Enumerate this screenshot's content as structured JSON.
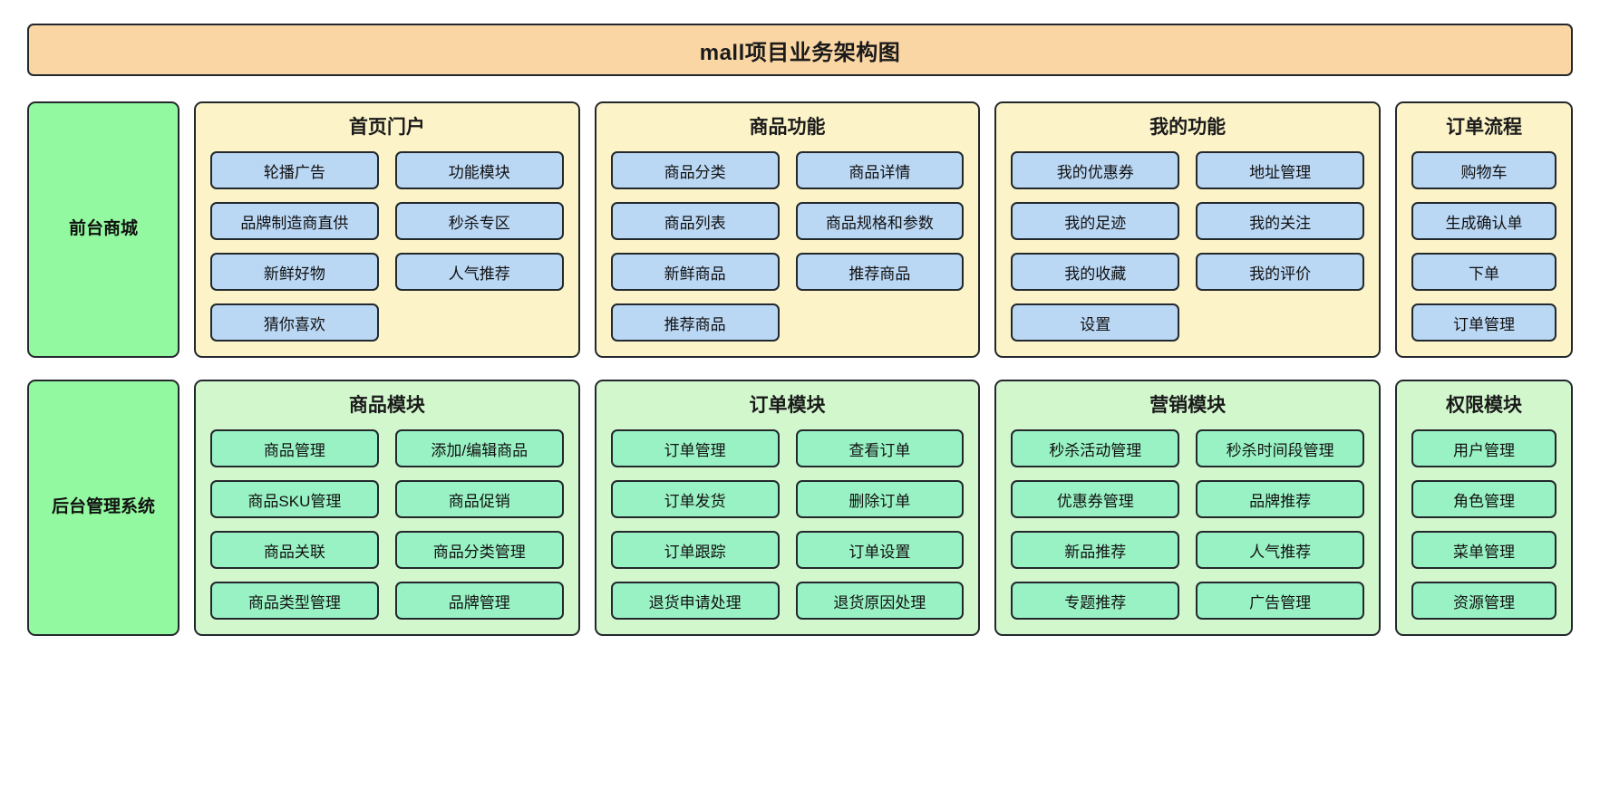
{
  "title": "mall项目业务架构图",
  "colors": {
    "title_banner_bg": "#fad6a5",
    "tier_label_bg": "#93f9a0",
    "frontend_group_bg": "#fcf4c8",
    "frontend_item_bg": "#bad7f4",
    "backend_group_bg": "#d2f7cd",
    "backend_item_bg": "#99f2c4",
    "border": "#23282d"
  },
  "tiers": [
    {
      "label": "前台商城",
      "groups": [
        {
          "title": "首页门户",
          "items": [
            "轮播广告",
            "功能模块",
            "品牌制造商直供",
            "秒杀专区",
            "新鲜好物",
            "人气推荐",
            "猜你喜欢"
          ]
        },
        {
          "title": "商品功能",
          "items": [
            "商品分类",
            "商品详情",
            "商品列表",
            "商品规格和参数",
            "新鲜商品",
            "推荐商品",
            "推荐商品"
          ]
        },
        {
          "title": "我的功能",
          "items": [
            "我的优惠券",
            "地址管理",
            "我的足迹",
            "我的关注",
            "我的收藏",
            "我的评价",
            "设置"
          ]
        },
        {
          "title": "订单流程",
          "items": [
            "购物车",
            "生成确认单",
            "下单",
            "订单管理"
          ]
        }
      ]
    },
    {
      "label": "后台管理系统",
      "groups": [
        {
          "title": "商品模块",
          "items": [
            "商品管理",
            "添加/编辑商品",
            "商品SKU管理",
            "商品促销",
            "商品关联",
            "商品分类管理",
            "商品类型管理",
            "品牌管理"
          ]
        },
        {
          "title": "订单模块",
          "items": [
            "订单管理",
            "查看订单",
            "订单发货",
            "删除订单",
            "订单跟踪",
            "订单设置",
            "退货申请处理",
            "退货原因处理"
          ]
        },
        {
          "title": "营销模块",
          "items": [
            "秒杀活动管理",
            "秒杀时间段管理",
            "优惠券管理",
            "品牌推荐",
            "新品推荐",
            "人气推荐",
            "专题推荐",
            "广告管理"
          ]
        },
        {
          "title": "权限模块",
          "items": [
            "用户管理",
            "角色管理",
            "菜单管理",
            "资源管理"
          ]
        }
      ]
    }
  ]
}
